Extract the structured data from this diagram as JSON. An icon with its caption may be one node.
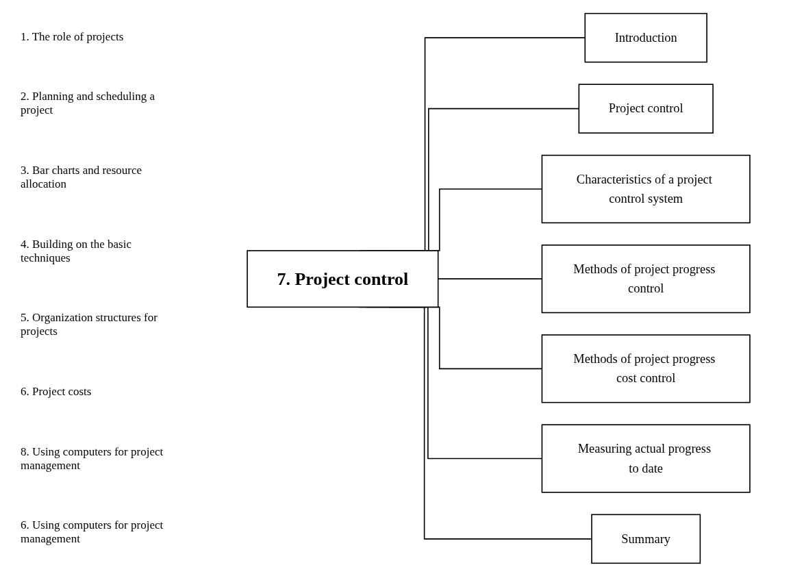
{
  "diagram": {
    "nodes": [
      {
        "text": [
          "7. Project control"
        ]
      },
      {
        "text": [
          "Introduction"
        ]
      },
      {
        "text": [
          "Project control"
        ]
      },
      {
        "text": [
          "Characteristics of a project control system"
        ]
      },
      {
        "text": [
          "Methods of project progress control"
        ]
      },
      {
        "text": [
          "Methods of project progress cost control"
        ]
      },
      {
        "text": [
          "Measuring actual progress to date"
        ]
      },
      {
        "text": [
          "Summary"
        ]
      }
    ],
    "edges": [
      {
        "from": 0,
        "to": 1,
        "arrow": "none"
      },
      {
        "from": 0,
        "to": 2,
        "arrow": "none"
      },
      {
        "from": 0,
        "to": 3,
        "arrow": "none"
      },
      {
        "from": 0,
        "to": 4,
        "arrow": "none"
      },
      {
        "from": 0,
        "to": 5,
        "arrow": "none"
      },
      {
        "from": 0,
        "to": 6,
        "arrow": "none"
      },
      {
        "from": 0,
        "to": 7,
        "arrow": "none"
      }
    ],
    "labels": [
      "1. The role of projects",
      "2. Planning and scheduling a project",
      "3. Bar charts and resource allocation",
      "4. Building on the basic techniques",
      "5. Organization structures for projects",
      "6. Project costs",
      "8. Using computers for project management",
      "6. Using computers for project management"
    ]
  }
}
